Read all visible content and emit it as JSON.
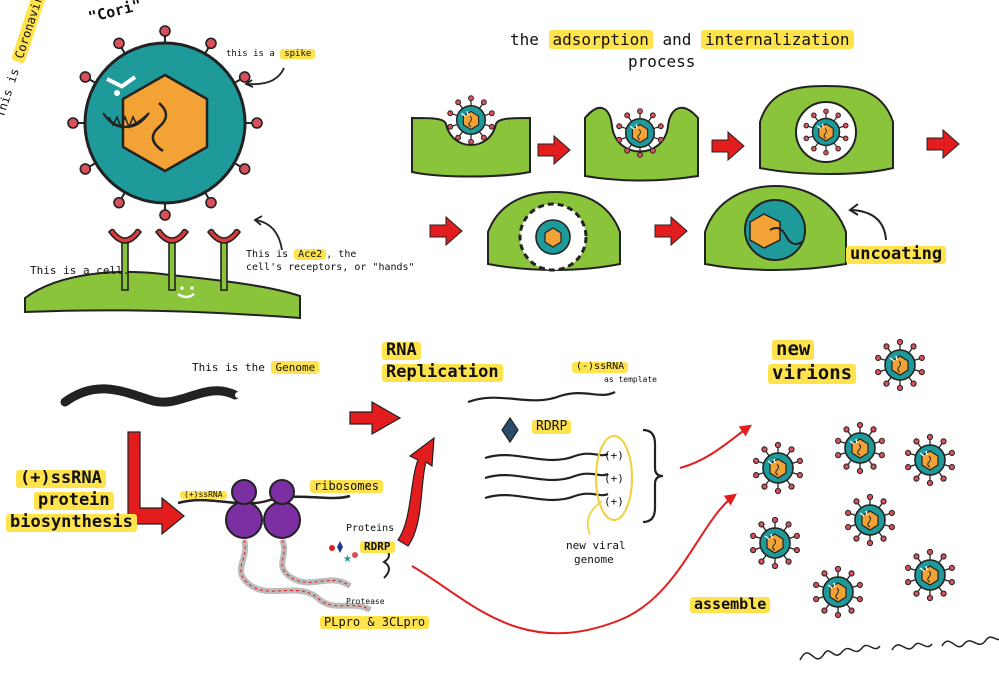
{
  "colors": {
    "teal": "#1e9a9a",
    "orange": "#f3a335",
    "green": "#8ac43a",
    "red": "#e31d1d",
    "yellow": "#ffe34d",
    "purple": "#7c2fa3",
    "spike": "#d9505a"
  },
  "top_left": {
    "virus_label_1": "This is ",
    "virus_label_2": "Coronavirus",
    "virus_name": "\"Cori\"",
    "spike_label_1": "this is a ",
    "spike_label_2": "spike",
    "cell_label": "This is a cell.",
    "receptor_line1_a": "This is ",
    "receptor_line1_b": "Ace2",
    "receptor_line1_c": ", the",
    "receptor_line2": "cell's receptors, or \"hands\""
  },
  "top_right": {
    "title_1": "the ",
    "title_2": "adsorption",
    "title_3": " and ",
    "title_4": "internalization",
    "title_5": "process",
    "uncoating": "uncoating"
  },
  "bottom": {
    "genome_1": "This is the ",
    "genome_2": "Genome",
    "biosynth": [
      "(+)ssRNA",
      "protein",
      "biosynthesis"
    ],
    "plus_ssrna": "(+)ssRNA",
    "ribosomes": "ribosomes",
    "proteins": "Proteins",
    "rdrp_small": "RDRP",
    "protease": "Protease",
    "plpro": "PLpro & 3CLpro",
    "rna_replication": [
      "RNA",
      "Replication"
    ],
    "minus_ssrna": "(-)ssRNA",
    "as_template": "as template",
    "rdrp": "RDRP",
    "plus_strands": [
      "(+)",
      "(+)",
      "(+)"
    ],
    "new_viral": [
      "new viral",
      "genome"
    ],
    "new_virions": [
      "new",
      "virions"
    ],
    "assemble": "assemble"
  }
}
